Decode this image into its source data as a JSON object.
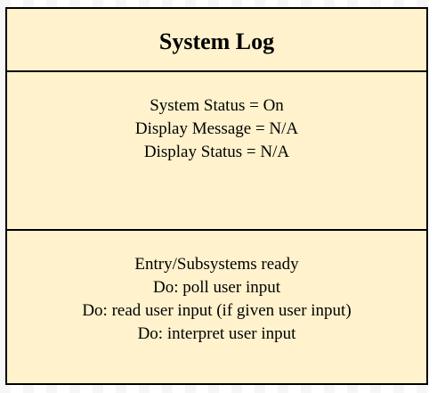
{
  "state": {
    "title": "System Log",
    "variables": [
      "System Status = On",
      "Display Message = N/A",
      "Display Status = N/A"
    ],
    "actions": [
      "Entry/Subsystems ready",
      "Do: poll user input",
      "Do: read user input (if given user input)",
      "Do: interpret user input"
    ]
  },
  "colors": {
    "fill": "#fff2cc",
    "stroke": "#000000"
  }
}
